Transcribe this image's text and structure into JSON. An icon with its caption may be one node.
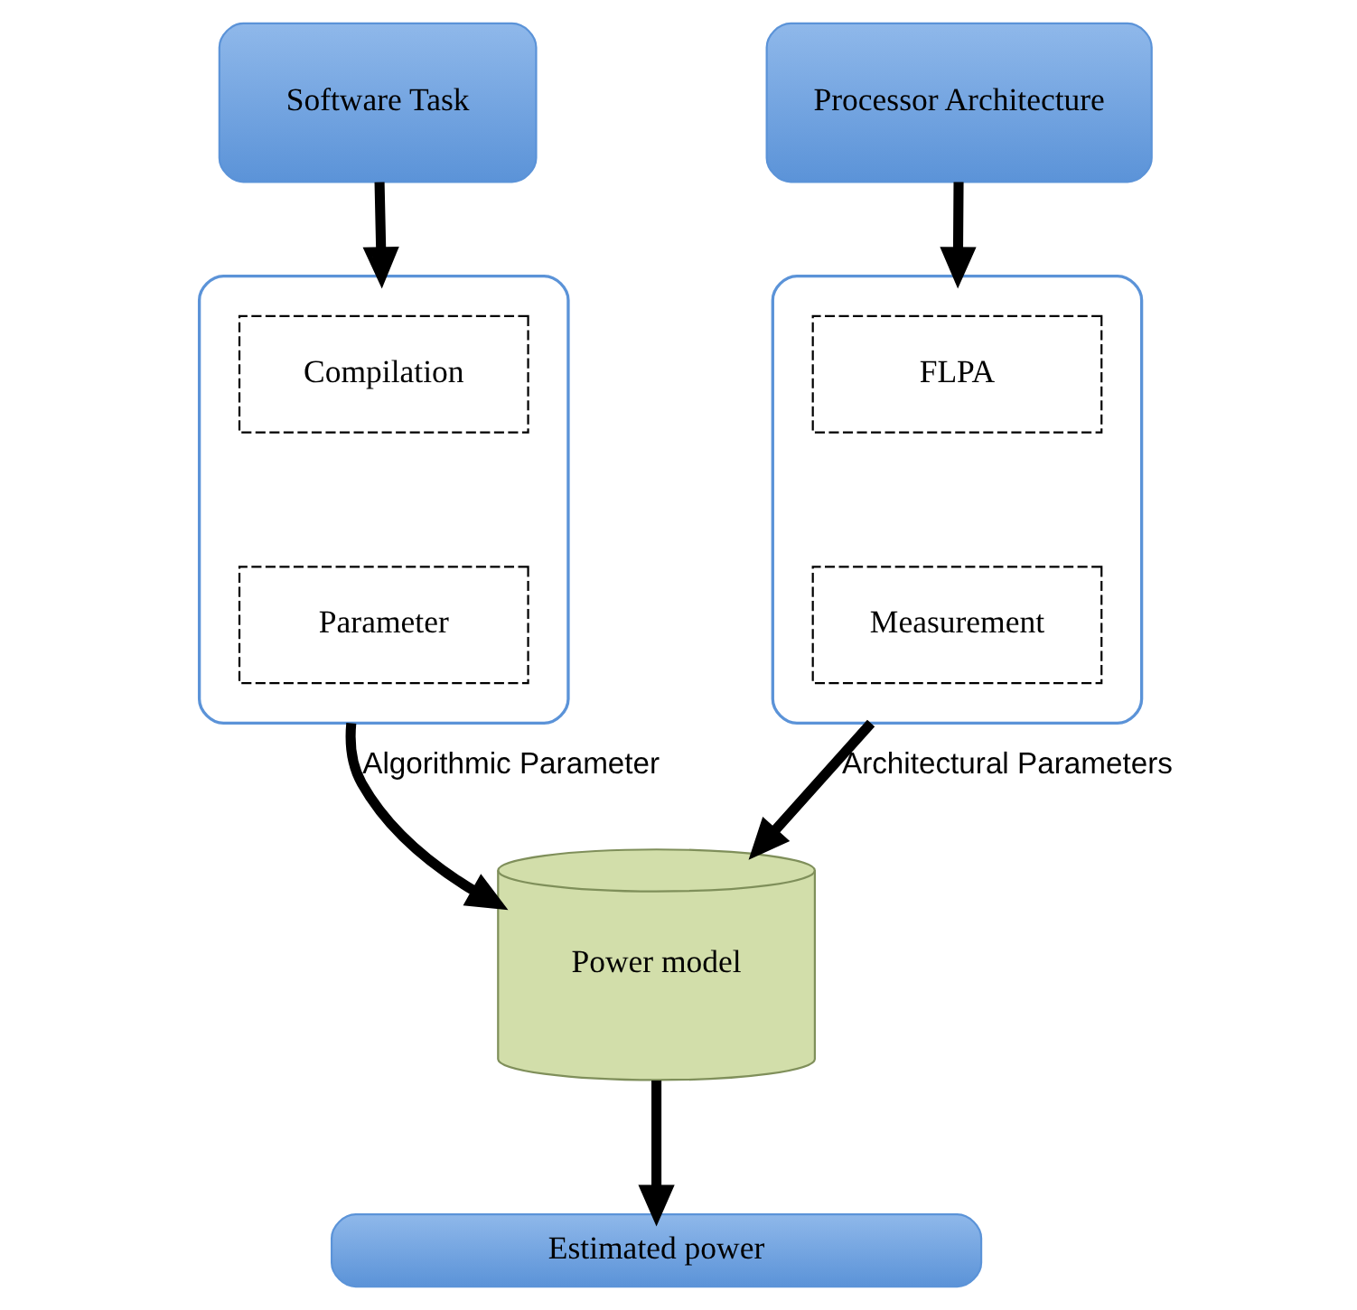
{
  "diagram": {
    "nodes": [
      {
        "text": [
          "Software Task"
        ]
      },
      {
        "text": [
          "Processor Architecture"
        ]
      },
      {
        "text": [],
        "shape": "box"
      },
      {
        "text": [
          "Compilation"
        ],
        "in": 2
      },
      {
        "text": [
          "Parameter"
        ],
        "in": 2
      },
      {
        "text": [],
        "shape": "box"
      },
      {
        "text": [
          "FLPA"
        ],
        "in": 5
      },
      {
        "text": [
          "Measurement"
        ],
        "in": 5
      },
      {
        "text": [
          "Power model"
        ]
      },
      {
        "text": [
          "Estimated power"
        ]
      }
    ],
    "edges": [
      {
        "from": 0,
        "to": 2,
        "arrow": "to"
      },
      {
        "from": 1,
        "to": 5,
        "arrow": "to"
      },
      {
        "from": 2,
        "to": 8,
        "arrow": "to",
        "label": "Algorithmic Parameter"
      },
      {
        "from": 5,
        "to": 8,
        "arrow": "to",
        "label": "Architectural Parameters"
      },
      {
        "from": 8,
        "to": 9,
        "arrow": "to"
      }
    ]
  }
}
